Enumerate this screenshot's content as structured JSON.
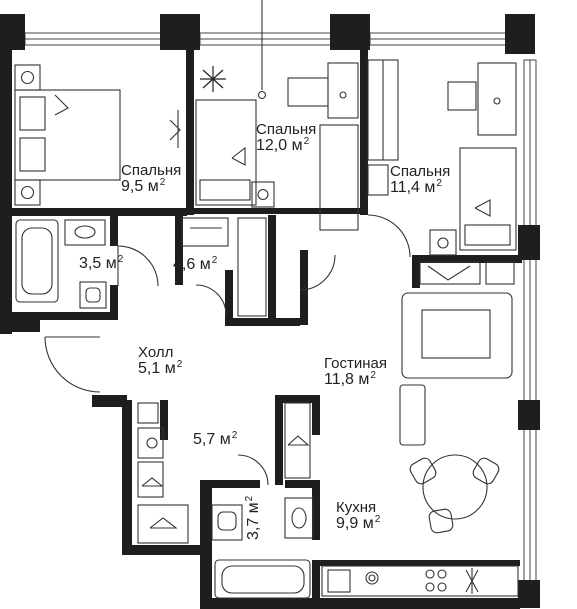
{
  "rooms": {
    "bedroom1": {
      "name": "Спальня",
      "area": "9,5 м",
      "unit_power": "2"
    },
    "bedroom2": {
      "name": "Спальня",
      "area": "12,0 м",
      "unit_power": "2"
    },
    "bedroom3": {
      "name": "Спальня",
      "area": "11,4 м",
      "unit_power": "2"
    },
    "bathroom1": {
      "area": "3,5 м",
      "unit_power": "2"
    },
    "closet1": {
      "area": "4,6 м",
      "unit_power": "2"
    },
    "hall": {
      "name": "Холл",
      "area": "5,1 м",
      "unit_power": "2"
    },
    "living": {
      "name": "Гостиная",
      "area": "11,8 м",
      "unit_power": "2"
    },
    "closet2": {
      "area": "5,7 м",
      "unit_power": "2"
    },
    "bathroom2": {
      "area": "3,7 м",
      "unit_power": "2"
    },
    "kitchen": {
      "name": "Кухня",
      "area": "9,9 м",
      "unit_power": "2"
    }
  },
  "colors": {
    "wall": "#1e1e1e",
    "furniture": "#333333",
    "background": "#ffffff"
  }
}
